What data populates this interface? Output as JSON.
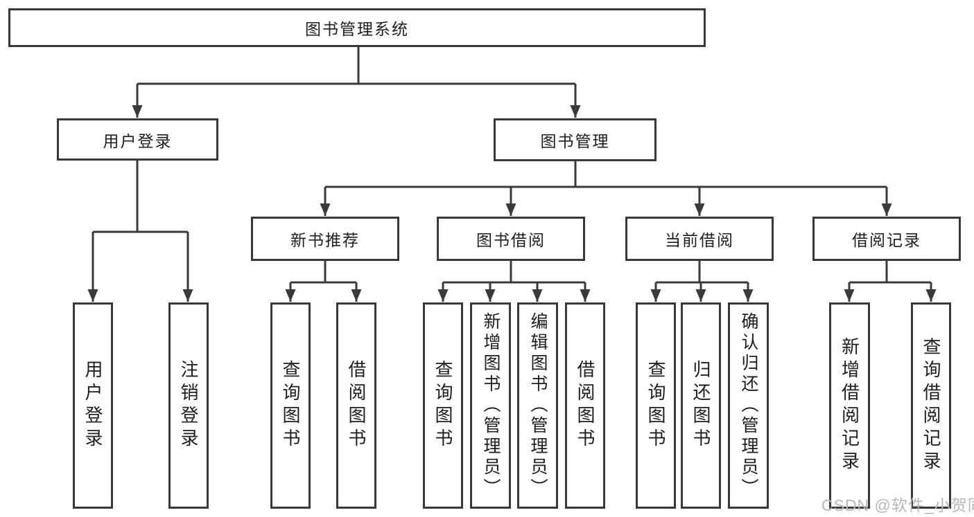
{
  "colors": {
    "line": "#3a3a3a",
    "box_border": "#383838",
    "text": "#1d1d1d",
    "background": "#ffffff",
    "watermark": "#b4b8be"
  },
  "tree": {
    "root": {
      "label": "图书管理系统"
    },
    "level2": [
      {
        "label": "用户登录"
      },
      {
        "label": "图书管理"
      }
    ],
    "level3": [
      {
        "label": "新书推荐"
      },
      {
        "label": "图书借阅"
      },
      {
        "label": "当前借阅"
      },
      {
        "label": "借阅记录"
      }
    ],
    "level4": {
      "user_login": [
        {
          "label": "用户登录"
        },
        {
          "label": "注销登录"
        }
      ],
      "new_book_recommend": [
        {
          "label": "查询图书"
        },
        {
          "label": "借阅图书"
        }
      ],
      "book_borrow": [
        {
          "label": "查询图书"
        },
        {
          "label": "新增图书（管理员）"
        },
        {
          "label": "编辑图书（管理员）"
        },
        {
          "label": "借阅图书"
        }
      ],
      "current_borrow": [
        {
          "label": "查询图书"
        },
        {
          "label": "归还图书"
        },
        {
          "label": "确认归还（管理员）"
        }
      ],
      "borrow_record": [
        {
          "label": "新增借阅记录"
        },
        {
          "label": "查询借阅记录"
        }
      ]
    }
  },
  "watermark": {
    "text": "CSDN @软件_小贺同学"
  }
}
